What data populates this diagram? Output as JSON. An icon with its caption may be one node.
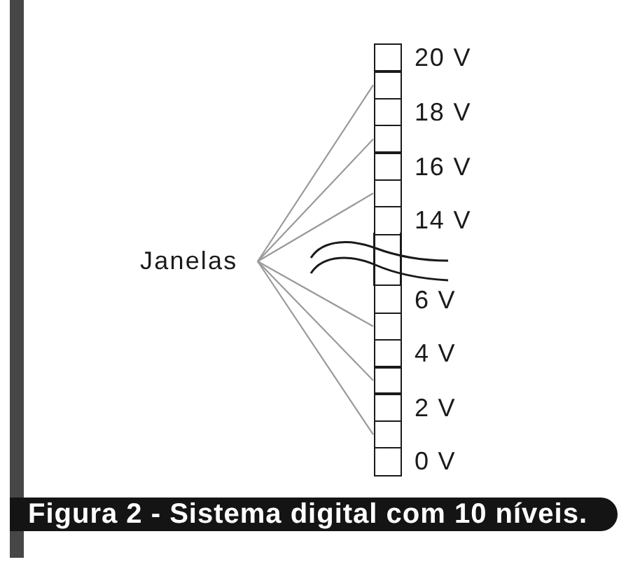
{
  "diagram": {
    "caption": "Figura 2 - Sistema digital com 10 níveis.",
    "nodes": [
      {
        "text": [
          "Janelas"
        ]
      },
      {
        "text": [],
        "shape": "box",
        "beside": [
          "20 V"
        ]
      },
      {
        "text": [],
        "shape": "box"
      },
      {
        "text": [],
        "shape": "box",
        "beside": [
          "18 V"
        ]
      },
      {
        "text": [],
        "shape": "box"
      },
      {
        "text": [],
        "shape": "box",
        "beside": [
          "16 V"
        ]
      },
      {
        "text": [],
        "shape": "box"
      },
      {
        "text": [],
        "shape": "box",
        "beside": [
          "14 V"
        ]
      },
      {
        "text": [],
        "shape": "box",
        "beside": [
          "6 V"
        ]
      },
      {
        "text": [],
        "shape": "box"
      },
      {
        "text": [],
        "shape": "box",
        "beside": [
          "4 V"
        ]
      },
      {
        "text": [],
        "shape": "box"
      },
      {
        "text": [],
        "shape": "box",
        "beside": [
          "2 V"
        ]
      },
      {
        "text": [],
        "shape": "box"
      },
      {
        "text": [],
        "shape": "box",
        "beside": [
          "0 V"
        ]
      }
    ],
    "edges": [
      {
        "from": 0,
        "to": 2,
        "arrow": "none"
      },
      {
        "from": 0,
        "to": 4,
        "arrow": "none"
      },
      {
        "from": 0,
        "to": 6,
        "arrow": "none"
      },
      {
        "from": 0,
        "to": 9,
        "arrow": "none"
      },
      {
        "from": 0,
        "to": 11,
        "arrow": "none"
      },
      {
        "from": 0,
        "to": 13,
        "arrow": "none"
      }
    ]
  }
}
